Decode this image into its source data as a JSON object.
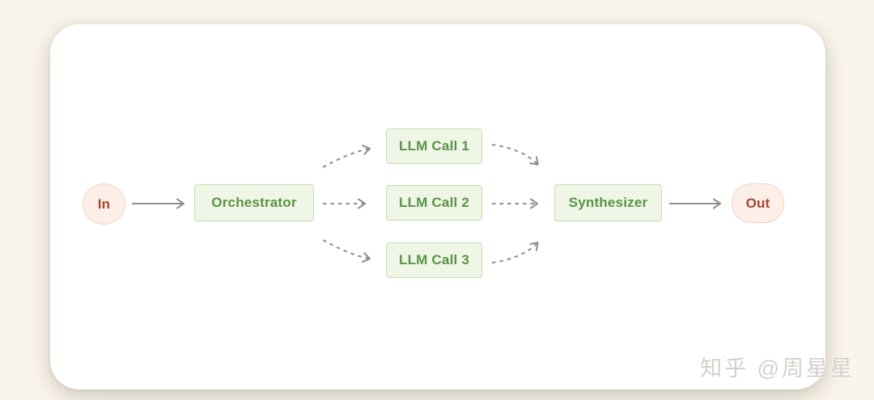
{
  "diagram": {
    "type": "flowchart",
    "nodes": {
      "in": {
        "label": "In",
        "shape": "circle"
      },
      "orchestrator": {
        "label": "Orchestrator",
        "shape": "box"
      },
      "llm_call_1": {
        "label": "LLM Call 1",
        "shape": "box"
      },
      "llm_call_2": {
        "label": "LLM Call 2",
        "shape": "box"
      },
      "llm_call_3": {
        "label": "LLM Call 3",
        "shape": "box"
      },
      "synthesizer": {
        "label": "Synthesizer",
        "shape": "box"
      },
      "out": {
        "label": "Out",
        "shape": "circle"
      }
    },
    "edges": [
      {
        "from": "in",
        "to": "orchestrator",
        "style": "solid"
      },
      {
        "from": "orchestrator",
        "to": "llm_call_1",
        "style": "dashed"
      },
      {
        "from": "orchestrator",
        "to": "llm_call_2",
        "style": "dashed"
      },
      {
        "from": "orchestrator",
        "to": "llm_call_3",
        "style": "dashed"
      },
      {
        "from": "llm_call_1",
        "to": "synthesizer",
        "style": "dashed"
      },
      {
        "from": "llm_call_2",
        "to": "synthesizer",
        "style": "dashed"
      },
      {
        "from": "llm_call_3",
        "to": "synthesizer",
        "style": "dashed"
      },
      {
        "from": "synthesizer",
        "to": "out",
        "style": "solid"
      }
    ],
    "colors": {
      "box_fill": "#eff6e5",
      "box_border": "#c7dcb4",
      "box_text": "#5a9347",
      "terminal_fill": "#fdeee7",
      "terminal_border": "#efd4c6",
      "terminal_text": "#a3492f",
      "arrow": "#8d8d8d",
      "card_background": "#ffffff",
      "page_background": "#faf5ec"
    }
  },
  "watermark": {
    "text": "知乎 @周星星",
    "color": "#d3d0ca"
  }
}
